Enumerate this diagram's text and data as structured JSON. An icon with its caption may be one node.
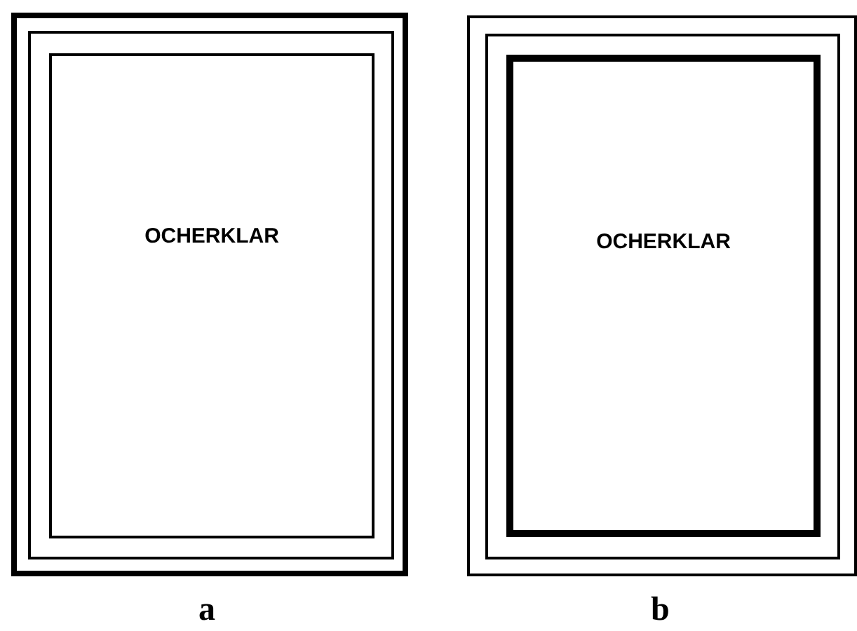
{
  "diagram": {
    "nodes": [
      {
        "text": [],
        "shape": "box",
        "beside": [
          "a"
        ]
      },
      {
        "text": [],
        "shape": "box",
        "in": 0
      },
      {
        "text": [
          "OCHERKLAR"
        ],
        "in": 1
      },
      {
        "text": [],
        "shape": "box",
        "beside": [
          "b"
        ]
      },
      {
        "text": [],
        "shape": "box",
        "in": 3
      },
      {
        "text": [
          "OCHERKLAR"
        ],
        "in": 4
      }
    ]
  }
}
